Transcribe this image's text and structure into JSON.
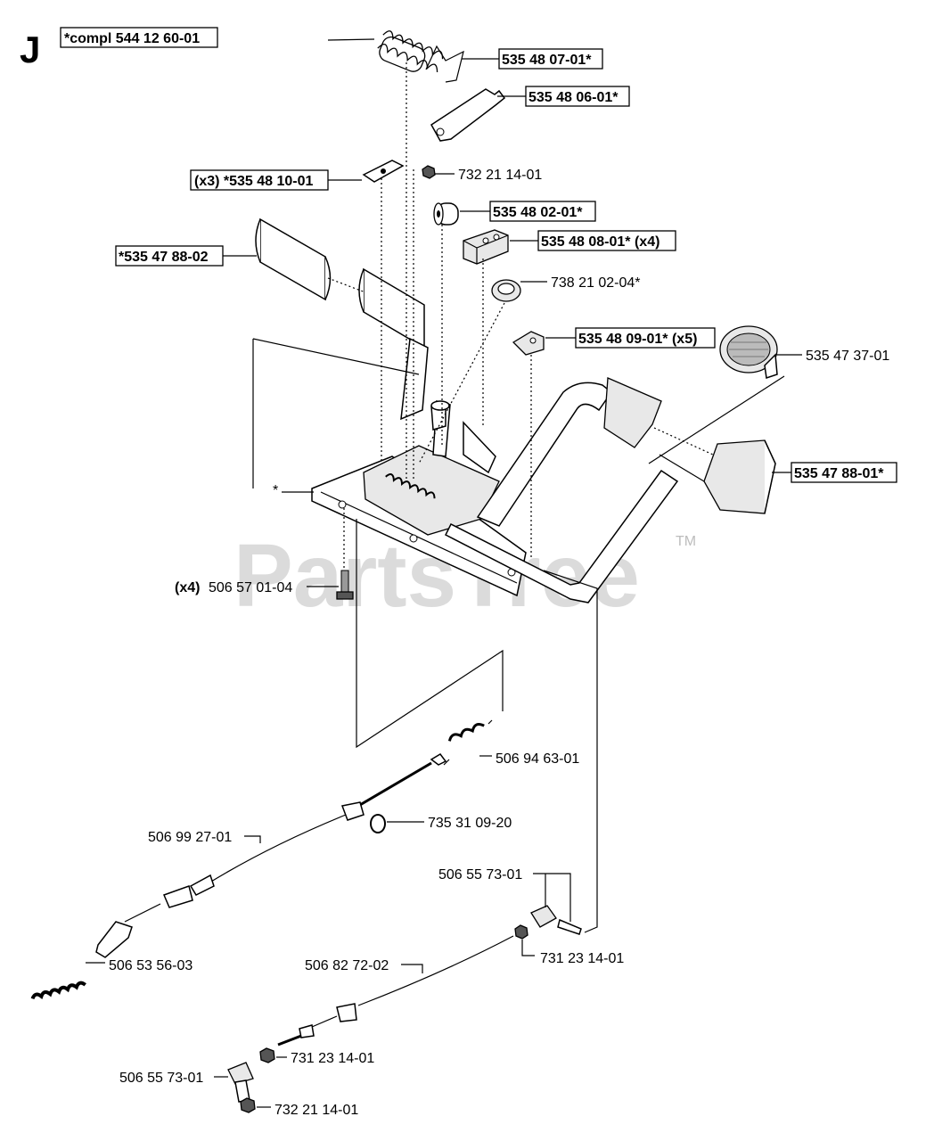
{
  "section_letter": "J",
  "watermark": {
    "text": "PartsTree",
    "tm": "TM"
  },
  "asterisk_marker": "*",
  "labels": {
    "compl": "*compl 544 12 60-01",
    "p5354807": "535 48 07-01*",
    "p5354806": "535 48 06-01*",
    "p5354810": "(x3) *535 48 10-01",
    "p7322114_top": "732 21 14-01",
    "p5354802": "535 48 02-01*",
    "p5354808": "535 48 08-01* (x4)",
    "p5354788_02": "*535 47 88-02",
    "p7382102": "738 21 02-04*",
    "p5354809": "535 48 09-01* (x5)",
    "p5354737": "535 47 37-01",
    "p5354788_01": "535 47 88-01*",
    "p5065701_qty": "(x4)",
    "p5065701": "506 57 01-04",
    "p5069463": "506 94 63-01",
    "p7353109": "735 31 09-20",
    "p5069927": "506 99 27-01",
    "p5065573_right": "506 55 73-01",
    "p5065356": "506 53 56-03",
    "p5068272": "506 82 72-02",
    "p7312314_right": "731 23 14-01",
    "p7312314_bottom": "731 23 14-01",
    "p5065573_bottom": "506 55 73-01",
    "p7322114_bottom": "732 21 14-01"
  }
}
